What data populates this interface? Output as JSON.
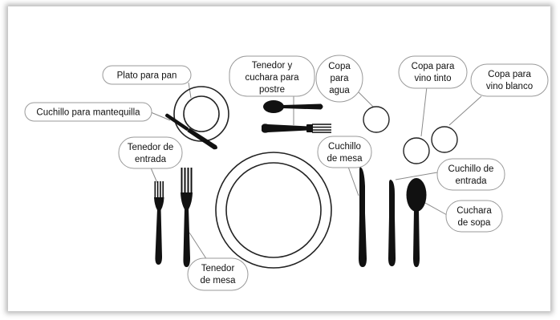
{
  "labels": {
    "plato_pan": "Plato para pan",
    "cuchillo_mantequilla": "Cuchillo para mantequilla",
    "tenedor_entrada_1": "Tenedor de",
    "tenedor_entrada_2": "entrada",
    "tenedor_postre_1": "Tenedor y",
    "tenedor_postre_2": "cuchara para",
    "tenedor_postre_3": "postre",
    "copa_agua_1": "Copa",
    "copa_agua_2": "para",
    "copa_agua_3": "agua",
    "copa_tinto_1": "Copa para",
    "copa_tinto_2": "vino tinto",
    "copa_blanco_1": "Copa para",
    "copa_blanco_2": "vino blanco",
    "cuchillo_mesa_1": "Cuchillo",
    "cuchillo_mesa_2": "de mesa",
    "cuchillo_entrada_1": "Cuchillo de",
    "cuchillo_entrada_2": "entrada",
    "cuchara_sopa_1": "Cuchara",
    "cuchara_sopa_2": "de sopa",
    "tenedor_mesa_1": "Tenedor",
    "tenedor_mesa_2": "de mesa"
  }
}
